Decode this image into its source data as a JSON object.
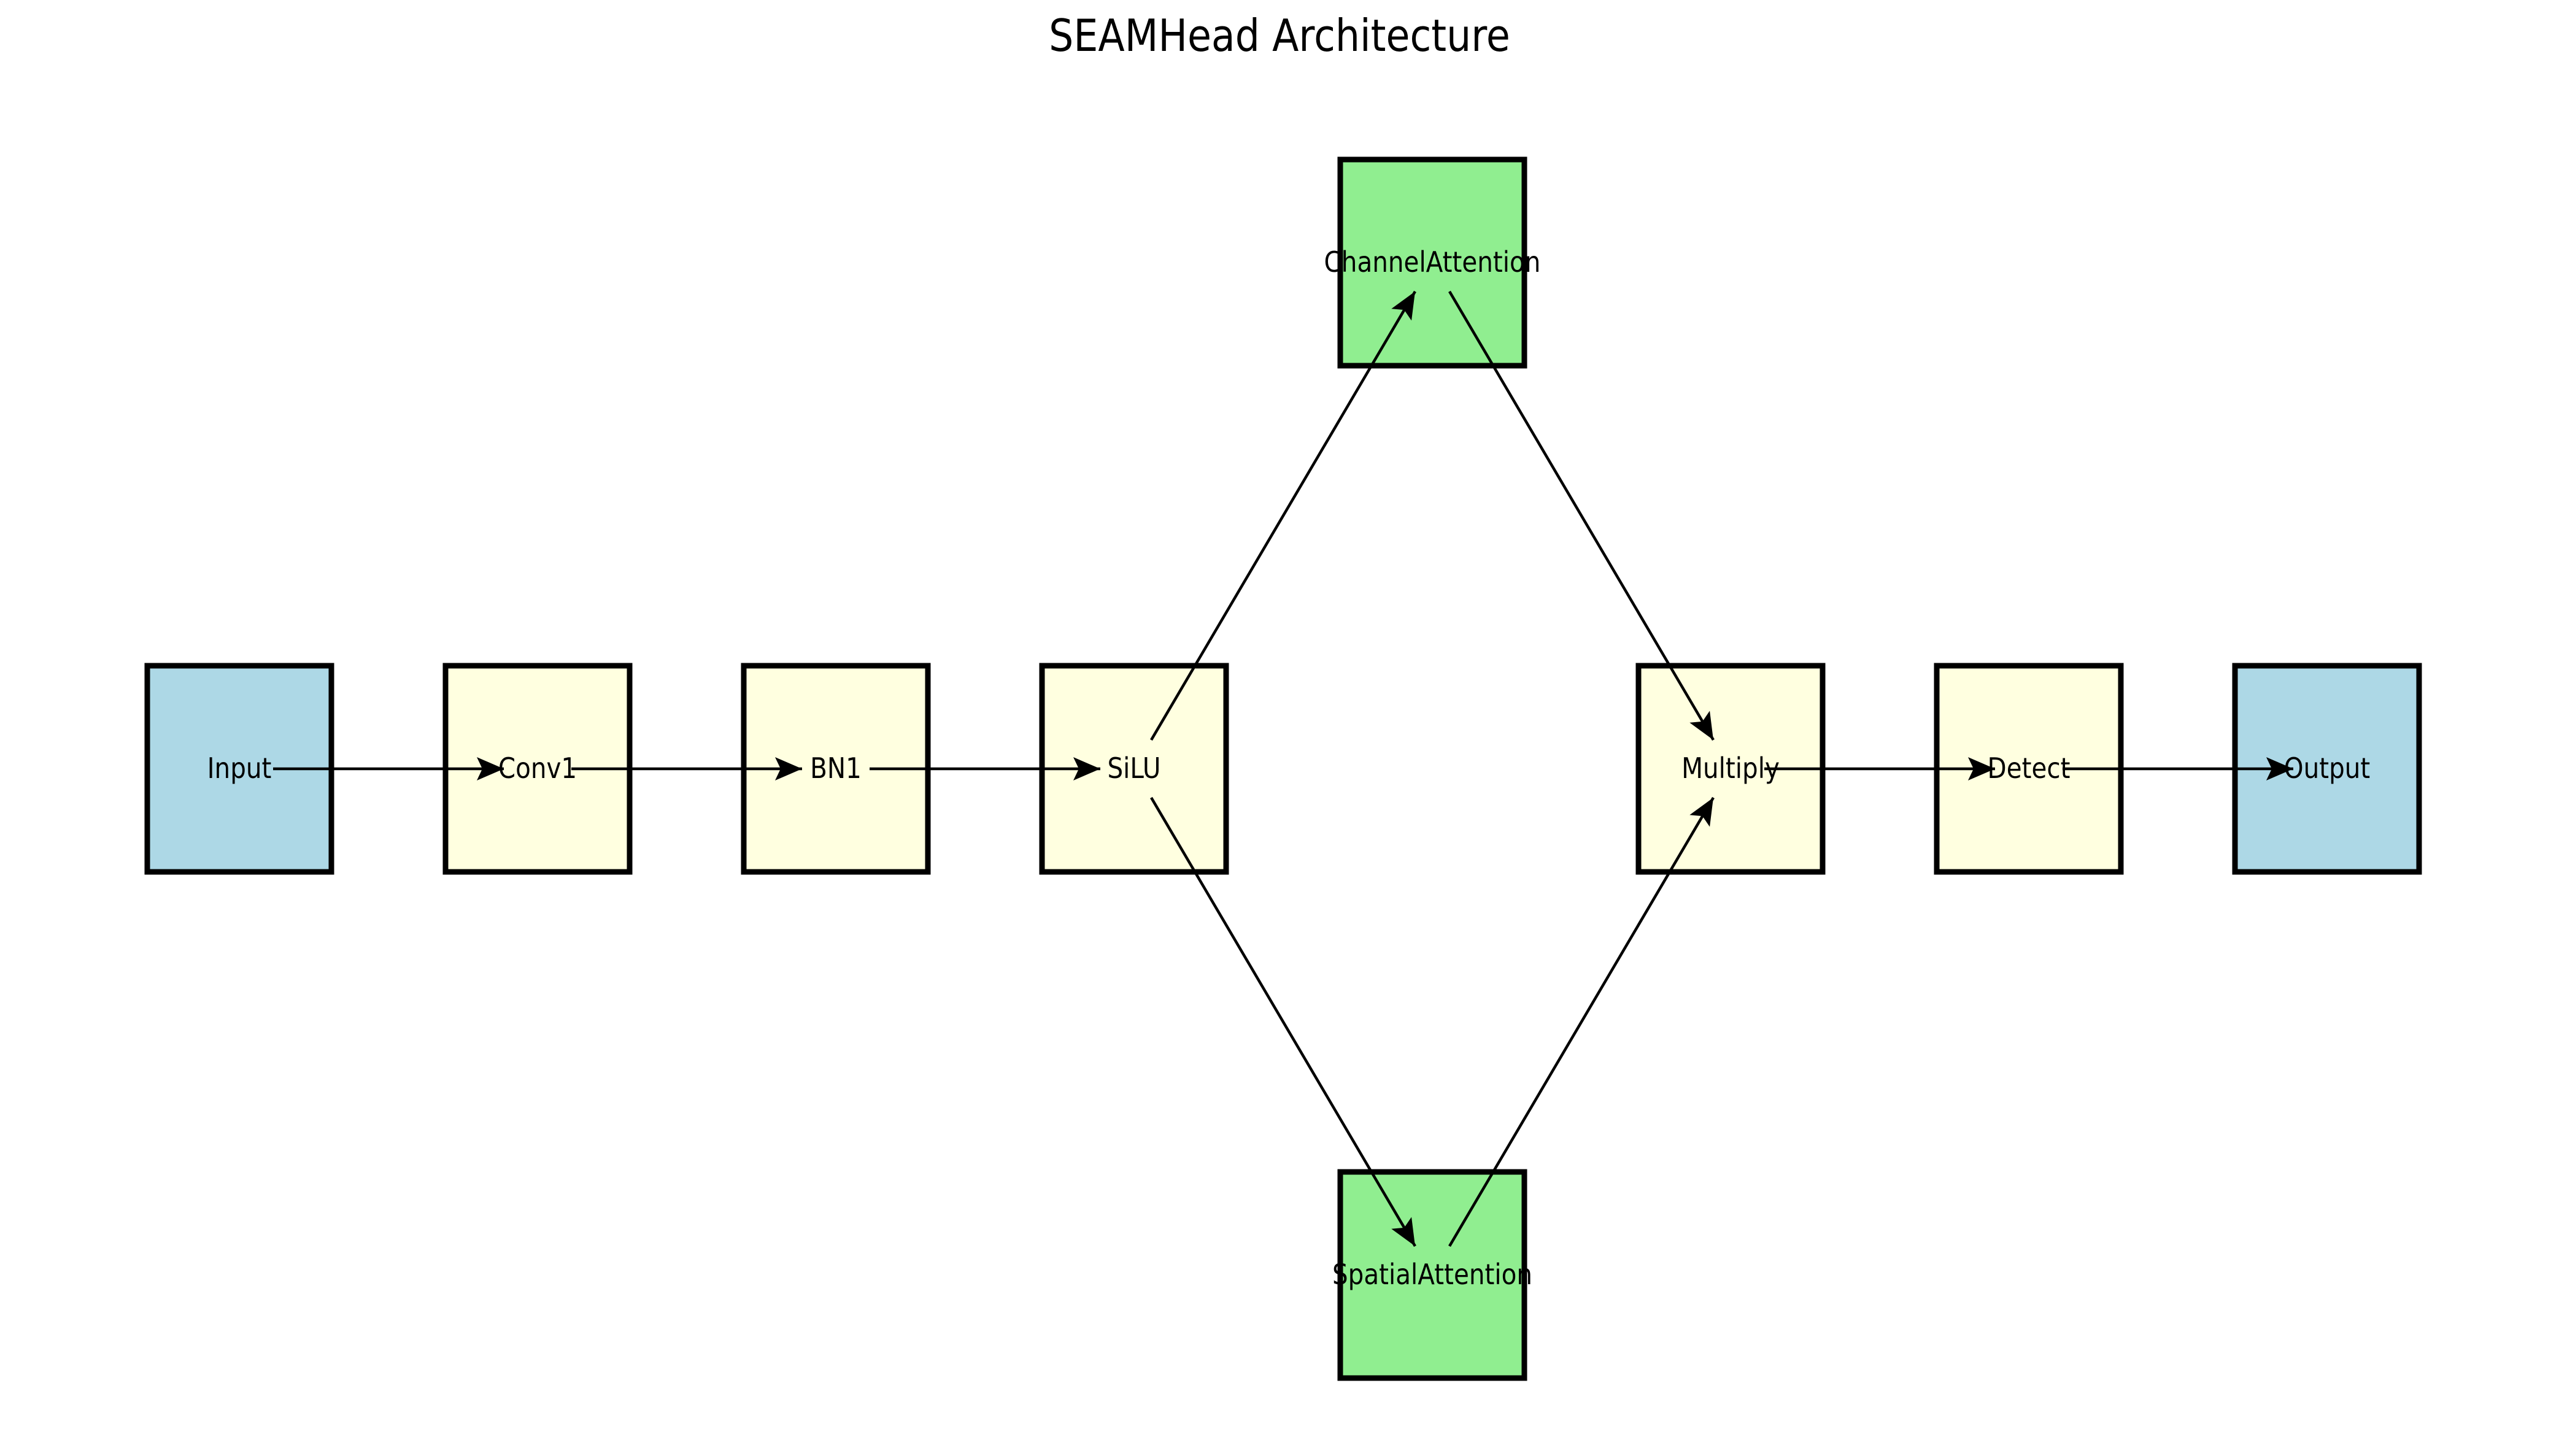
{
  "diagram": {
    "title": "SEAMHead Architecture",
    "styles": {
      "background": "#ffffff",
      "edge_color": "#000000",
      "node_border_color": "#000000",
      "input_output_color": "#add8e6",
      "process_color": "#ffffe0",
      "attention_color": "#90ee90"
    },
    "nodes": [
      {
        "id": "input",
        "label": "Input",
        "color": "#add8e6"
      },
      {
        "id": "conv1",
        "label": "Conv1",
        "color": "#ffffe0"
      },
      {
        "id": "bn1",
        "label": "BN1",
        "color": "#ffffe0"
      },
      {
        "id": "silu",
        "label": "SiLU",
        "color": "#ffffe0"
      },
      {
        "id": "channel_attention",
        "label": "ChannelAttention",
        "color": "#90ee90"
      },
      {
        "id": "spatial_attention",
        "label": "SpatialAttention",
        "color": "#90ee90"
      },
      {
        "id": "multiply",
        "label": "Multiply",
        "color": "#ffffe0"
      },
      {
        "id": "detect",
        "label": "Detect",
        "color": "#ffffe0"
      },
      {
        "id": "output",
        "label": "Output",
        "color": "#add8e6"
      }
    ],
    "edges": [
      {
        "from": "Input",
        "to": "Conv1"
      },
      {
        "from": "Conv1",
        "to": "BN1"
      },
      {
        "from": "BN1",
        "to": "SiLU"
      },
      {
        "from": "SiLU",
        "to": "ChannelAttention"
      },
      {
        "from": "SiLU",
        "to": "SpatialAttention"
      },
      {
        "from": "ChannelAttention",
        "to": "Multiply"
      },
      {
        "from": "SpatialAttention",
        "to": "Multiply"
      },
      {
        "from": "Multiply",
        "to": "Detect"
      },
      {
        "from": "Detect",
        "to": "Output"
      }
    ]
  }
}
